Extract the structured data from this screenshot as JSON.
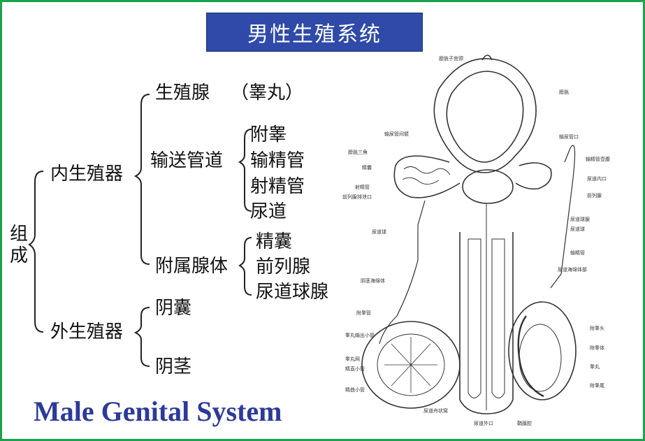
{
  "title": "男性生殖系统",
  "english_title": "Male Genital System",
  "root": "组成",
  "internal": {
    "label": "内生殖器",
    "gonad": "生殖腺",
    "gonad_note": "（睾丸）",
    "ducts": {
      "label": "输送管道",
      "items": [
        "附睾",
        "输精管",
        "射精管",
        "尿道"
      ]
    },
    "glands": {
      "label": "附属腺体",
      "items": [
        "精囊",
        "前列腺",
        "尿道球腺"
      ]
    }
  },
  "external": {
    "label": "外生殖器",
    "items": [
      "阴囊",
      "阴茎"
    ]
  },
  "diagram_labels": {
    "left": [
      "膀胱子宫颈",
      "输尿管间襞",
      "膀胱三角",
      "精囊",
      "射精管",
      "前列腺排泄口",
      "尿道球",
      "阴茎海绵体",
      "附睾管",
      "睾丸输出小管",
      "睾丸网",
      "精直小管",
      "精曲小管"
    ],
    "right": [
      "膀胱",
      "输尿管口",
      "输精管壶腹",
      "尿道内口",
      "前列腺",
      "尿道球腺",
      "尿道球",
      "输精管",
      "尿道海绵体部",
      "附睾头",
      "附睾体",
      "睾丸",
      "附睾尾"
    ],
    "bottom": [
      "尿道舟状窝",
      "尿道外口",
      "鞘膜腔"
    ]
  },
  "colors": {
    "title_bg": "#2f4aa8",
    "border": "#1aa34a",
    "english": "#2c3a9a"
  }
}
